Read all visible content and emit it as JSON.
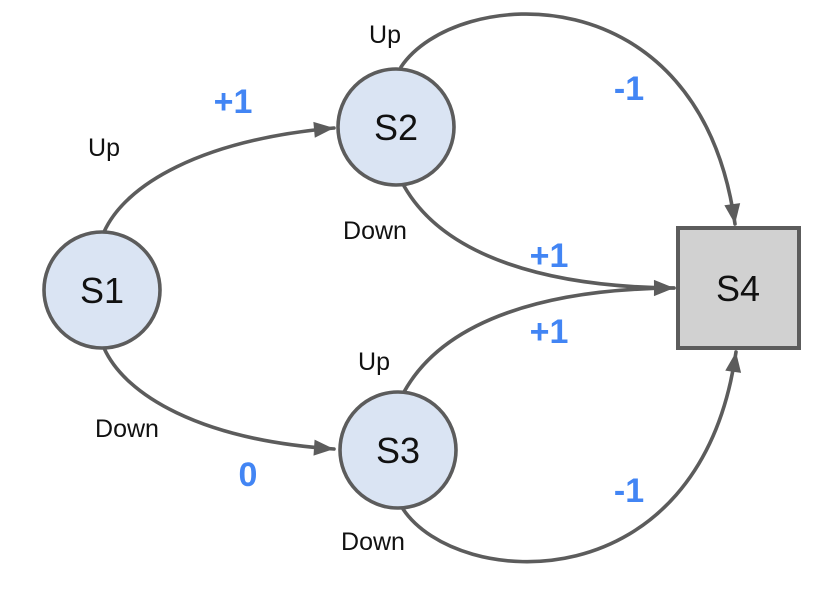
{
  "diagram": {
    "kind": "state-transition-diagram",
    "colors": {
      "node_fill_blue": "#dae4f3",
      "terminal_fill_gray": "#d1d1d1",
      "stroke_gray": "#5c5c5c",
      "reward_blue": "#4285f4",
      "text_black": "#111111",
      "background": "#ffffff"
    },
    "nodes": [
      {
        "id": "s1",
        "label": "S1",
        "shape": "circle"
      },
      {
        "id": "s2",
        "label": "S2",
        "shape": "circle"
      },
      {
        "id": "s3",
        "label": "S3",
        "shape": "circle"
      },
      {
        "id": "s4",
        "label": "S4",
        "shape": "square"
      }
    ],
    "edges": [
      {
        "from": "S1",
        "to": "S2",
        "action": "Up",
        "reward": "+1"
      },
      {
        "from": "S1",
        "to": "S3",
        "action": "Down",
        "reward": "0"
      },
      {
        "from": "S2",
        "to": "S4",
        "action": "Up",
        "reward": "-1"
      },
      {
        "from": "S2",
        "to": "S4",
        "action": "Down",
        "reward": "+1"
      },
      {
        "from": "S3",
        "to": "S4",
        "action": "Up",
        "reward": "+1"
      },
      {
        "from": "S3",
        "to": "S4",
        "action": "Down",
        "reward": "-1"
      }
    ]
  }
}
